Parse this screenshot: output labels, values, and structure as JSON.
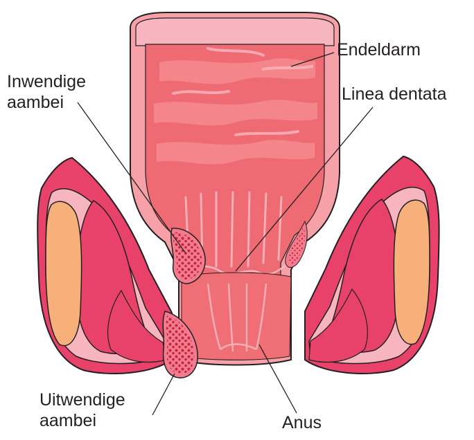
{
  "labels": {
    "rectum": "Endeldarm",
    "internal_line1": "Inwendige",
    "internal_line2": "aambei",
    "dentate_line": "Linea dentata",
    "external_line1": "Uitwendige",
    "external_line2": "aambei",
    "anus": "Anus"
  },
  "colors": {
    "outer_tissue_pink": "#e8426b",
    "light_pink": "#f7b6bf",
    "fat_orange": "#f7b07a",
    "rectum_wall": "#f6a0a8",
    "rectum_inner": "#ef6b74",
    "rectum_fold": "#f58a8e",
    "anal_canal": "#f06e75",
    "hemorrhoid_fill": "#f27c8e",
    "hemorrhoid_dots": "#c5263e",
    "outline": "#231f20"
  }
}
